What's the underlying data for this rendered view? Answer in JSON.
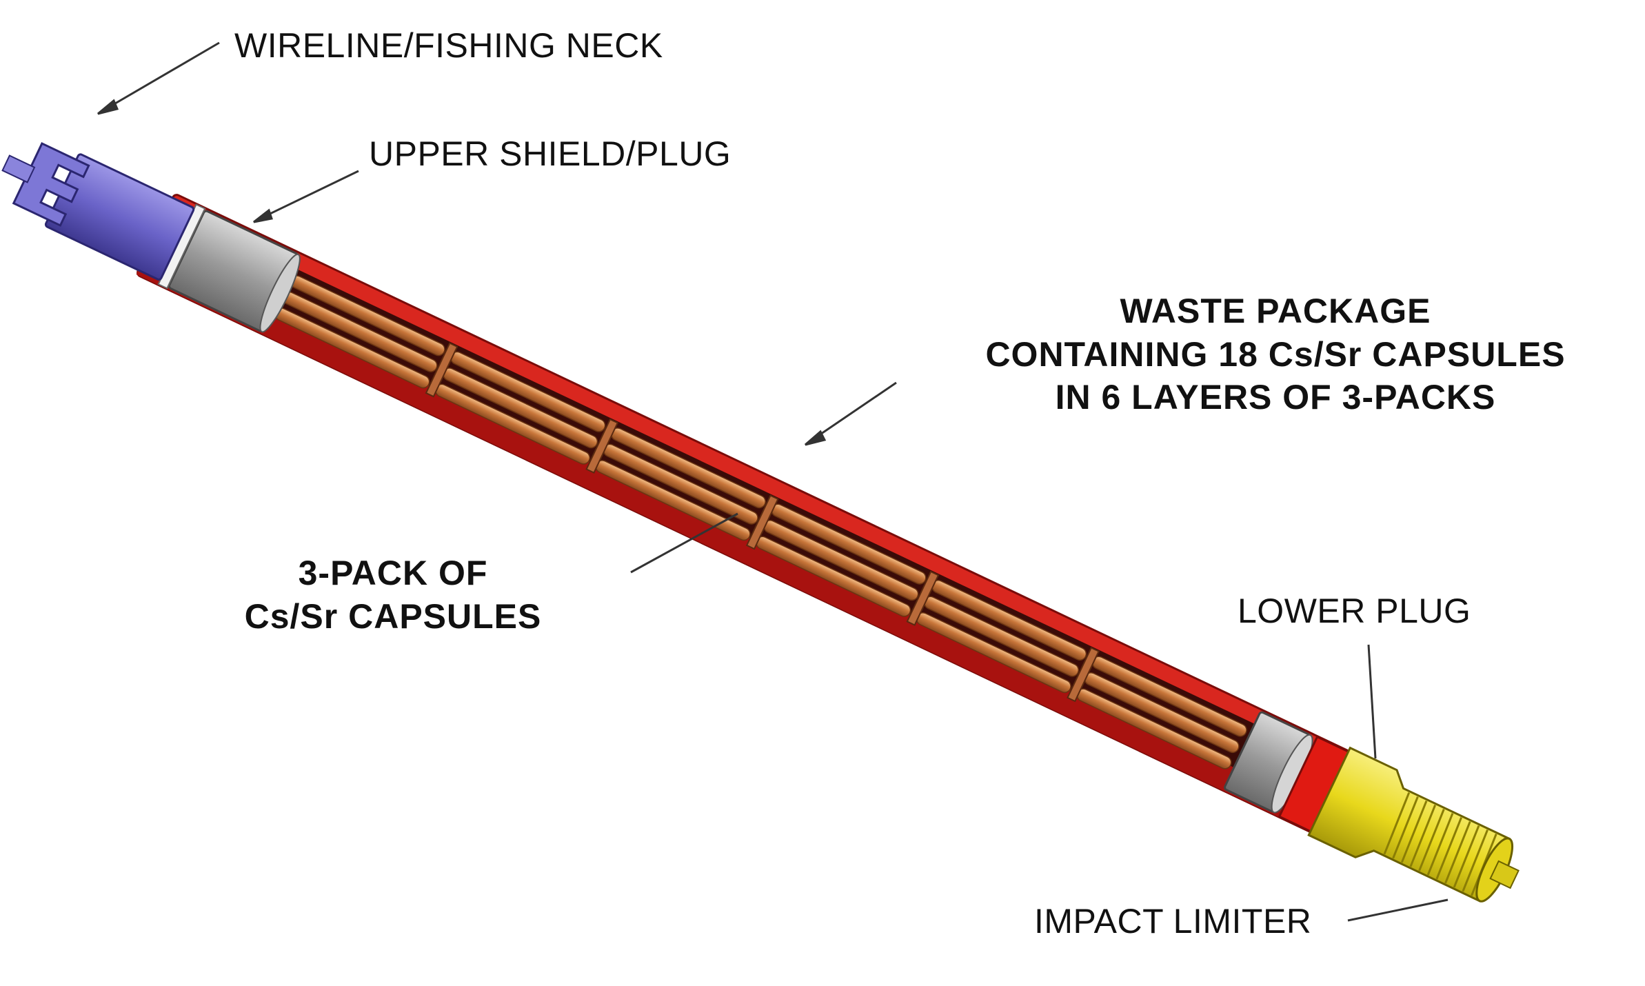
{
  "labels": {
    "wireline_fishing_neck": "WIRELINE/FISHING NECK",
    "upper_shield_plug": "UPPER SHIELD/PLUG",
    "waste_package": [
      "WASTE PACKAGE",
      "CONTAINING 18 Cs/Sr CAPSULES",
      "IN 6 LAYERS OF 3-PACKS"
    ],
    "three_pack": [
      "3-PACK OF",
      "Cs/Sr CAPSULES"
    ],
    "lower_plug": "LOWER PLUG",
    "impact_limiter": "IMPACT LIMITER"
  },
  "colors": {
    "shell": "#d9271f",
    "shell_dark": "#a8120f",
    "capsule": "#c8763a",
    "capsule_light": "#f0b27a",
    "neck": "#6a63c8",
    "plug": "#9a9a9a",
    "impact_limiter": "#e8d81c"
  },
  "capsule_layers": 6
}
